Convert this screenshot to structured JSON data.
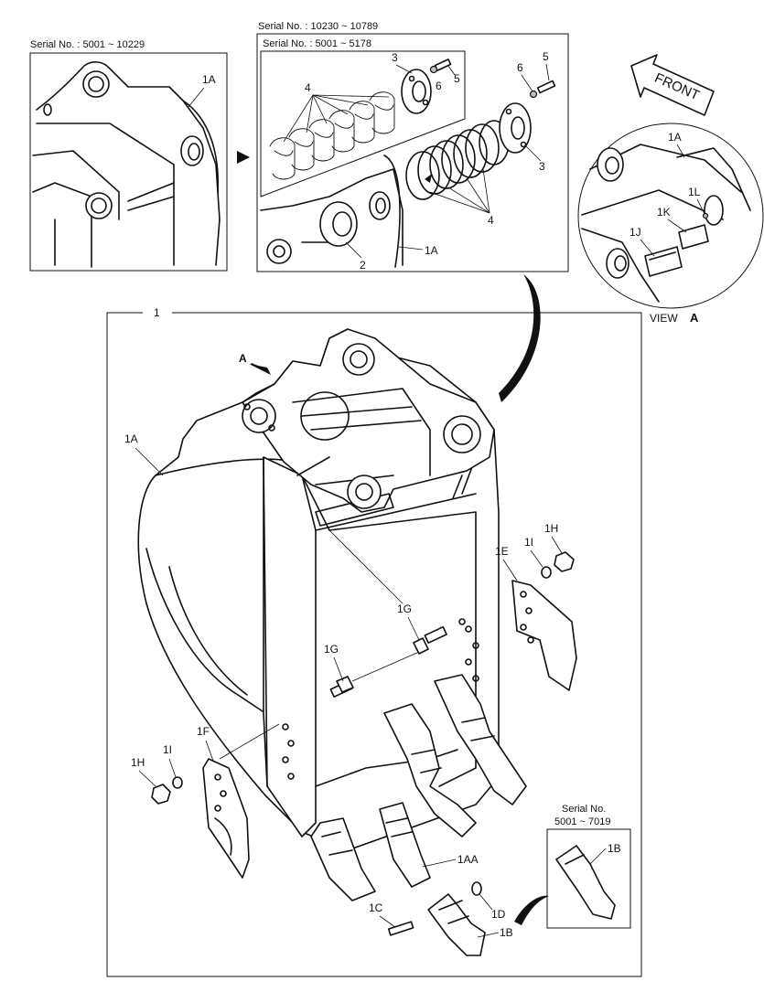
{
  "callouts": {
    "serial_left": "Serial No. : 5001 ~ 10229",
    "serial_mid_top": "Serial No. : 10230 ~ 10789",
    "serial_mid_inner": "Serial No. : 5001 ~ 5178",
    "serial_right_bottom_line1": "Serial No.",
    "serial_right_bottom_line2": "5001 ~ 7019",
    "front": "FRONT",
    "view": "VIEW",
    "view_letter": "A",
    "arrow_a": "A"
  },
  "labels": {
    "p1": "1",
    "p1A": "1A",
    "p1AA": "1AA",
    "p1B": "1B",
    "p1C": "1C",
    "p1D": "1D",
    "p1E": "1E",
    "p1F": "1F",
    "p1G": "1G",
    "p1H": "1H",
    "p1I": "1I",
    "p1J": "1J",
    "p1K": "1K",
    "p1L": "1L",
    "p2": "2",
    "p3": "3",
    "p4": "4",
    "p5": "5",
    "p6": "6"
  }
}
